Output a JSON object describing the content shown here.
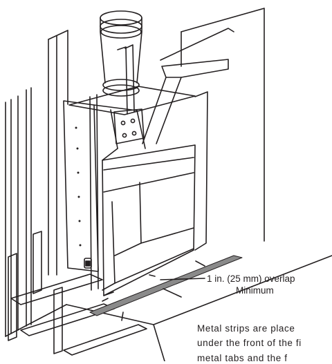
{
  "callouts": {
    "overlap": "1 in. (25 mm) overlap",
    "minimum": "Minimum"
  },
  "caption": {
    "line1": "Metal strips are place",
    "line2": "under the front of the fi",
    "line3": "metal tabs and the f"
  },
  "colors": {
    "line": "#231f20",
    "strip_fill": "#8a8a8a",
    "background": "#ffffff"
  }
}
